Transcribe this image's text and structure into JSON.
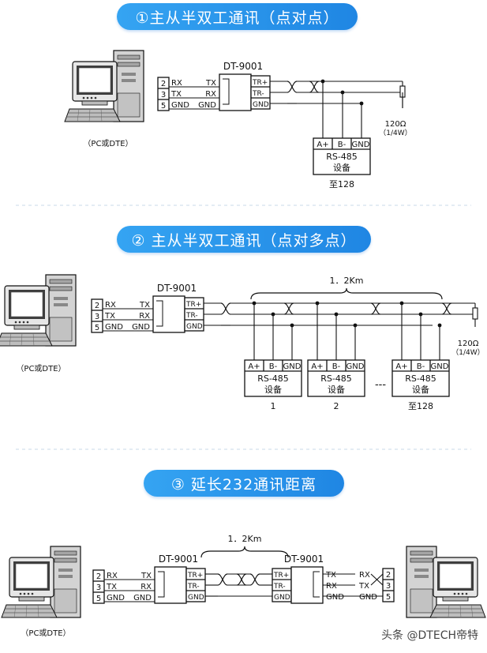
{
  "sections": [
    {
      "title": "①主从半双工通讯（点对点）",
      "pc_label": "（PC或DTE）",
      "converter": "DT-9001",
      "pc_signals": [
        "RX",
        "TX",
        "GND"
      ],
      "pins": [
        "2",
        "3",
        "5"
      ],
      "converter_left_signals": [
        "TX",
        "RX",
        "GND"
      ],
      "converter_right_signals": [
        "TR+",
        "TR-",
        "GND"
      ],
      "terminator": "120Ω",
      "terminator_power": "（1/4W）",
      "device": {
        "terminals": [
          "A+",
          "B-",
          "GND"
        ],
        "line1": "RS-485",
        "line2": "设备",
        "caption": "至128"
      }
    },
    {
      "title": "② 主从半双工通讯（点对多点）",
      "pc_label": "（PC或DTE）",
      "converter": "DT-9001",
      "pc_signals": [
        "RX",
        "TX",
        "GND"
      ],
      "pins": [
        "2",
        "3",
        "5"
      ],
      "converter_left_signals": [
        "TX",
        "RX",
        "GND"
      ],
      "converter_right_signals": [
        "TR+",
        "TR-",
        "GND"
      ],
      "distance": "1．2Km",
      "terminator": "120Ω",
      "terminator_power": "（1/4W）",
      "devices": [
        {
          "terminals": [
            "A+",
            "B-",
            "GND"
          ],
          "line1": "RS-485",
          "line2": "设备",
          "caption": "1"
        },
        {
          "terminals": [
            "A+",
            "B-",
            "GND"
          ],
          "line1": "RS-485",
          "line2": "设备",
          "caption": "2"
        },
        {
          "terminals": [
            "A+",
            "B-",
            "GND"
          ],
          "line1": "RS-485",
          "line2": "设备",
          "caption": "至128"
        }
      ],
      "ellipsis": "---"
    },
    {
      "title": "③ 延长232通讯距离",
      "pc_label": "（PC或DTE）",
      "distance": "1．2Km",
      "converter_left": "DT-9001",
      "converter_right": "DT-9001",
      "pc_signals": [
        "RX",
        "TX",
        "GND"
      ],
      "pins": [
        "2",
        "3",
        "5"
      ],
      "converter_left_signals": [
        "TX",
        "RX",
        "GND"
      ],
      "converter_right_signals": [
        "TR+",
        "TR-",
        "GND"
      ]
    }
  ],
  "watermark": "头条 @DTECH帝特",
  "colors": {
    "banner": "#2b95ea",
    "ink": "#111111"
  }
}
